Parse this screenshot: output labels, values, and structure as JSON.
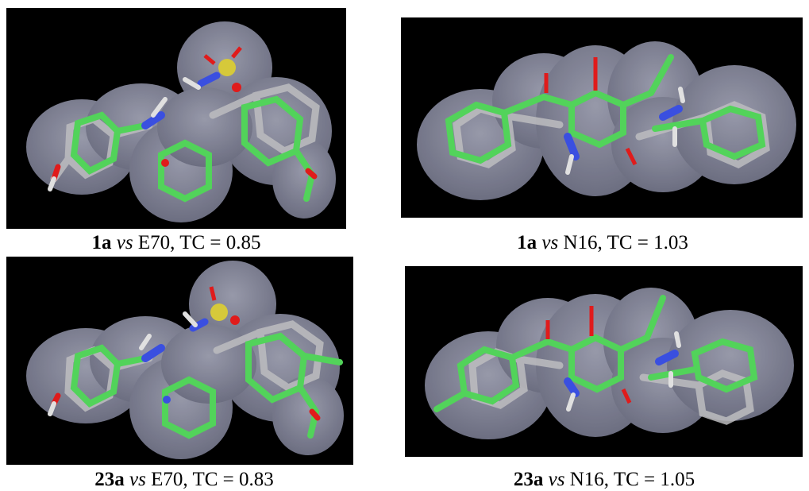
{
  "figure": {
    "panels": [
      {
        "compound": "1a",
        "vs": "vs",
        "target": "E70",
        "tc": "TC = 0.85",
        "colors": {
          "surface": "#8c8ea3",
          "ligand": "#52d35a",
          "reference": "#bdbdc0",
          "nitrogen": "#3a4fe0",
          "oxygen": "#e01b1b",
          "sulfur": "#d6c93a"
        }
      },
      {
        "compound": "1a",
        "vs": "vs",
        "target": "N16",
        "tc": "TC = 1.03",
        "colors": {
          "surface": "#8c8ea3",
          "ligand": "#52d35a",
          "reference": "#bdbdc0",
          "nitrogen": "#3a4fe0",
          "oxygen": "#e01b1b"
        }
      },
      {
        "compound": "23a",
        "vs": "vs",
        "target": "E70",
        "tc": "TC = 0.83",
        "colors": {
          "surface": "#8c8ea3",
          "ligand": "#52d35a",
          "reference": "#bdbdc0",
          "nitrogen": "#3a4fe0",
          "oxygen": "#e01b1b",
          "sulfur": "#d6c93a"
        }
      },
      {
        "compound": "23a",
        "vs": "vs",
        "target": "N16",
        "tc": "TC = 1.05",
        "colors": {
          "surface": "#8c8ea3",
          "ligand": "#52d35a",
          "reference": "#bdbdc0",
          "nitrogen": "#3a4fe0",
          "oxygen": "#e01b1b"
        }
      }
    ]
  }
}
